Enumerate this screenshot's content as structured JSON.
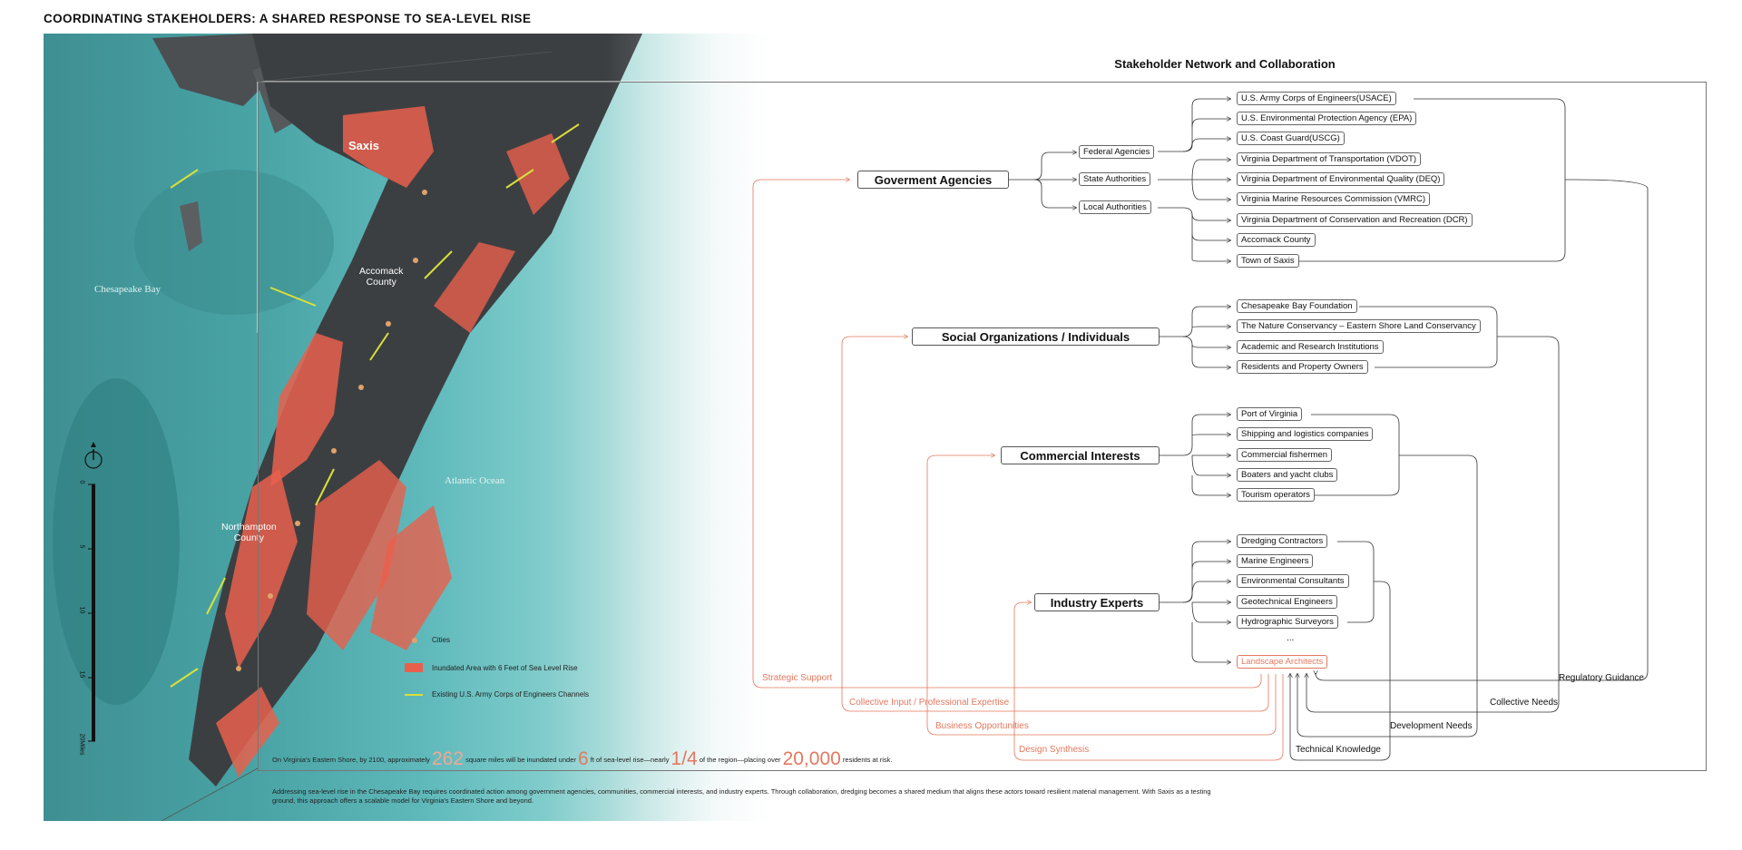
{
  "title": "COORDINATING STAKEHOLDERS: A SHARED RESPONSE TO SEA-LEVEL RISE",
  "colors": {
    "accent": "#e3785f",
    "inundated": "#e8604c",
    "channels": "#d8e03a",
    "cities": "#e0a36a",
    "water": "#48a2a4"
  },
  "map": {
    "labels": {
      "saxis": "Saxis",
      "accomack": "Accomack\nCounty",
      "northampton": "Northampton\nCounty",
      "chesapeake": "Chesapeake Bay",
      "atlantic": "Atlantic Ocean"
    },
    "icons": {
      "compass": "north-arrow-icon"
    },
    "scale": {
      "ticks": [
        "0",
        "5",
        "10",
        "15",
        "20Miles"
      ]
    },
    "legend": [
      {
        "label": "Cities",
        "icon": "dot"
      },
      {
        "label": "Inundated Area with 6 Feet of Sea Level Rise",
        "icon": "swatch"
      },
      {
        "label": "Existing U.S. Army Corps of Engineers Channels",
        "icon": "line"
      }
    ]
  },
  "stats": {
    "t1": "On Virginia's Eastern Shore, by 2100, approximately",
    "n1": "262",
    "t2": "square miles will be inundated under",
    "n2": "6",
    "t3": "ft of sea-level rise—nearly",
    "n3": "1/4",
    "t4": "of the region—placing over",
    "n4": "20,000",
    "t5": "residents at risk."
  },
  "description": "Addressing sea-level rise in the Chesapeake Bay requires coordinated action among government agencies, communities, commercial interests, and industry experts. Through collaboration, dredging becomes a shared medium that aligns these actors toward resilient material management. With Saxis as a testing ground, this approach offers a scalable model for Virginia's Eastern Shore and beyond.",
  "network": {
    "title": "Stakeholder Network and Collaboration",
    "groups": {
      "government": "Goverment Agencies",
      "social": "Social Organizations / Individuals",
      "commercial": "Commercial Interests",
      "industry": "Industry Experts"
    },
    "government_subgroups": [
      "Federal Agencies",
      "State Authorities",
      "Local Authorities"
    ],
    "government_members": [
      "U.S. Army Corps of Engineers(USACE)",
      "U.S. Environmental Protection Agency (EPA)",
      "U.S. Coast Guard(USCG)",
      "Virginia Department of Transportation (VDOT)",
      "Virginia Department of Environmental Quality (DEQ)",
      "Virginia Marine Resources Commission (VMRC)",
      "Virginia Department of Conservation and Recreation (DCR)",
      "Accomack County",
      "Town of Saxis"
    ],
    "social_members": [
      "Chesapeake Bay Foundation",
      "The Nature Conservancy – Eastern Shore Land Conservancy",
      "Academic and Research Institutions",
      "Residents and Property Owners"
    ],
    "commercial_members": [
      "Port of Virginia",
      "Shipping and logistics companies",
      "Commercial fishermen",
      "Boaters and yacht clubs",
      "Tourism operators"
    ],
    "industry_members": [
      "Dredging Contractors",
      "Marine Engineers",
      "Environmental Consultants",
      "Geotechnical Engineers",
      "Hydrographic Surveyors"
    ],
    "ellipsis": "...",
    "landscape_architects": "Landscape Architects",
    "flows_in": [
      "Strategic Support",
      "Collective Input / Professional Expertise",
      "Business Opportunities",
      "Design Synthesis"
    ],
    "flows_out": [
      "Regulatory Guidance",
      "Collective Needs",
      "Development Needs",
      "Technical Knowledge"
    ]
  }
}
